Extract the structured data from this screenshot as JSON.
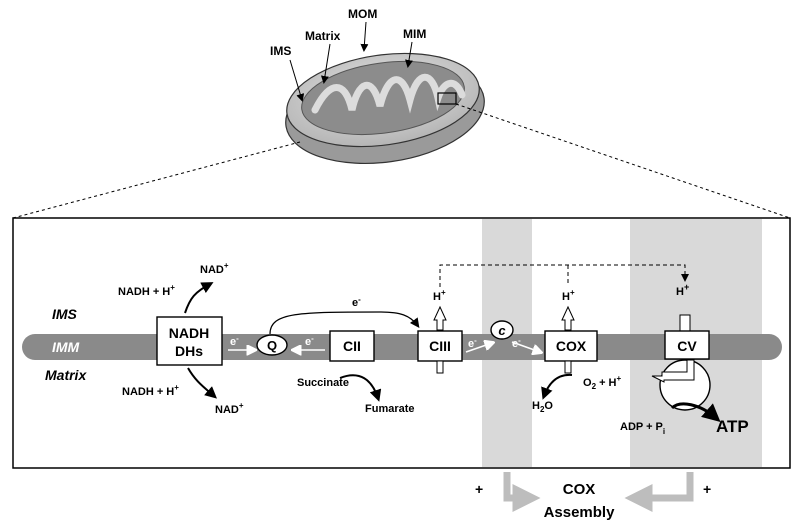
{
  "organelle": {
    "labels": {
      "mom": "MOM",
      "matrix": "Matrix",
      "ims": "IMS",
      "mim": "MIM"
    }
  },
  "membrane": {
    "ims_label": "IMS",
    "imm_label": "IMM",
    "matrix_label": "Matrix"
  },
  "complexes": {
    "nadh": {
      "line1": "NADH",
      "line2": "DHs"
    },
    "q": "Q",
    "cii": "CII",
    "ciii": "CIII",
    "c": "c",
    "cox": "COX",
    "cv": "CV"
  },
  "reactions": {
    "nadh_top": "NADH + H",
    "nadh_top_sup": "+",
    "nad_top": "NAD",
    "nad_top_sup": "+",
    "nadh_bottom": "NADH + H",
    "nadh_bottom_sup": "+",
    "nad_bottom": "NAD",
    "nad_bottom_sup": "+",
    "succinate": "Succinate",
    "fumarate": "Fumarate",
    "h2o": "H",
    "h2o_sub": "2",
    "h2o_tail": "O",
    "o2": "O",
    "o2_sub": "2",
    "o2_tail": " + H",
    "o2_sup": "+",
    "adp": "ADP + P",
    "adp_sub": "i",
    "atp": "ATP"
  },
  "electrons": {
    "e": "e",
    "minus": "-"
  },
  "protons": {
    "h": "H",
    "plus": "+"
  },
  "assembly": {
    "line1": "COX",
    "line2": "Assembly",
    "plus": "+"
  },
  "colors": {
    "membrane": "#8a8a8a",
    "band": "#d9d9d9",
    "arrow_grey": "#bdbdbd"
  }
}
